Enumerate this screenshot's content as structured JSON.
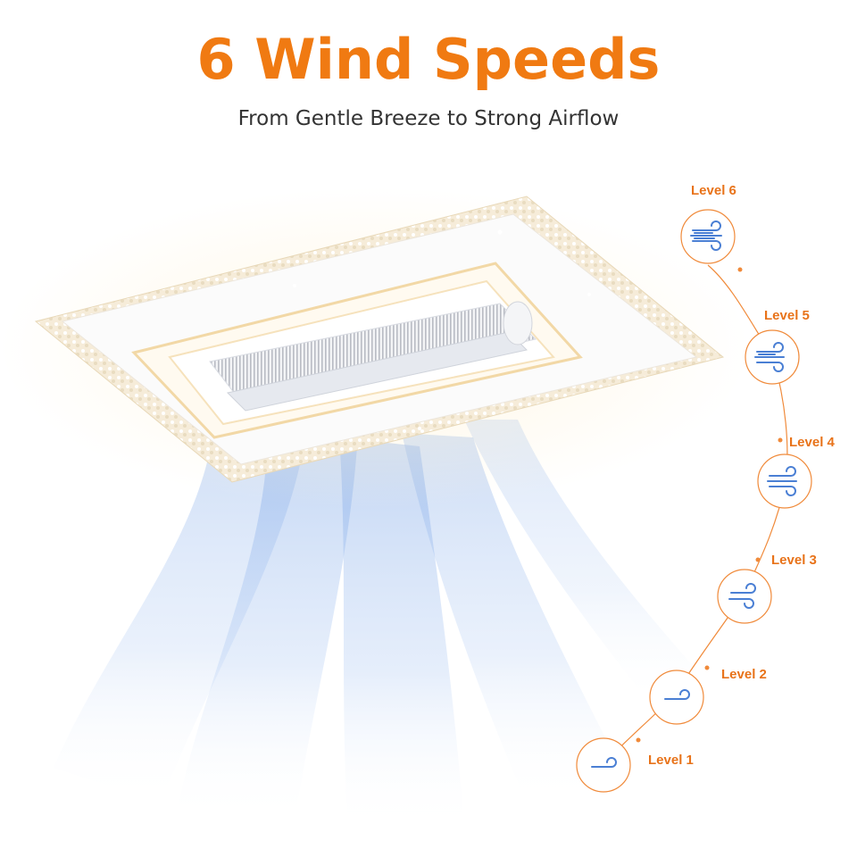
{
  "header": {
    "title": "6 Wind Speeds",
    "subtitle": "From Gentle Breeze to Strong Airflow"
  },
  "product": {
    "name": "ceiling-fan-light",
    "accent_color": "#f07a12",
    "airflow_color": "#8fb6ee"
  },
  "speed_levels": [
    {
      "label": "Level 6",
      "icon": "wind-strong-icon"
    },
    {
      "label": "Level 5",
      "icon": "wind-strong-icon"
    },
    {
      "label": "Level 4",
      "icon": "wind-medium-icon"
    },
    {
      "label": "Level 3",
      "icon": "wind-medium-icon"
    },
    {
      "label": "Level 2",
      "icon": "wind-light-icon"
    },
    {
      "label": "Level 1",
      "icon": "wind-light-icon"
    }
  ]
}
